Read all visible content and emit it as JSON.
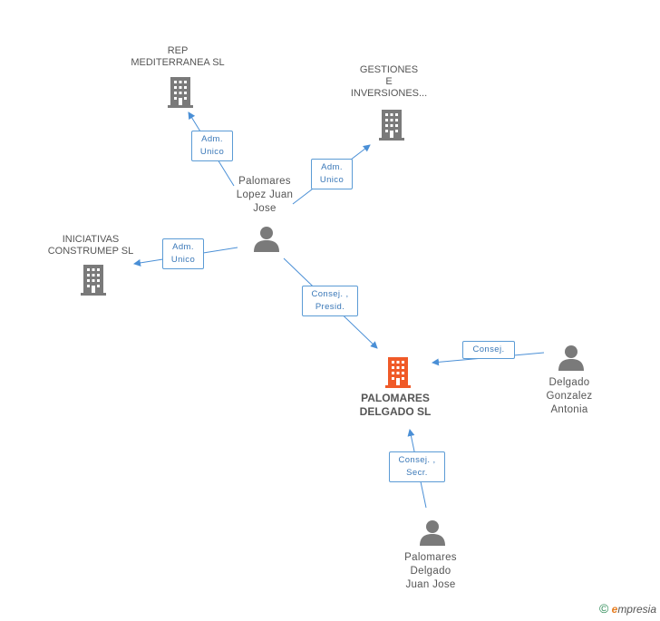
{
  "nodes": {
    "rep": {
      "lines": [
        "REP",
        "MEDITERRANEA SL"
      ]
    },
    "gestiones": {
      "lines": [
        "GESTIONES",
        "E",
        "INVERSIONES..."
      ]
    },
    "iniciativas": {
      "lines": [
        "INICIATIVAS",
        "CONSTRUMEP SL"
      ]
    },
    "palomares_lopez": {
      "lines": [
        "Palomares",
        "Lopez Juan",
        "Jose"
      ]
    },
    "main": {
      "lines": [
        "PALOMARES",
        "DELGADO SL"
      ]
    },
    "delgado_gonzalez": {
      "lines": [
        "Delgado",
        "Gonzalez",
        "Antonia"
      ]
    },
    "palomares_delgado": {
      "lines": [
        "Palomares",
        "Delgado",
        "Juan Jose"
      ]
    }
  },
  "relations": {
    "r_rep": [
      "Adm.",
      "Unico"
    ],
    "r_gestiones": [
      "Adm.",
      "Unico"
    ],
    "r_iniciativas": [
      "Adm.",
      "Unico"
    ],
    "r_main_presid": [
      "Consej. ,",
      "Presid."
    ],
    "r_main_delgado": [
      "Consej."
    ],
    "r_main_secr": [
      "Consej. ,",
      "Secr."
    ]
  },
  "footer": {
    "copyright": "©",
    "brand_e": "e",
    "brand_rest": "mpresia"
  },
  "colors": {
    "company": "#7a7a7a",
    "main_company": "#f05a28",
    "person": "#7a7a7a",
    "edge": "#4a8fd6"
  }
}
